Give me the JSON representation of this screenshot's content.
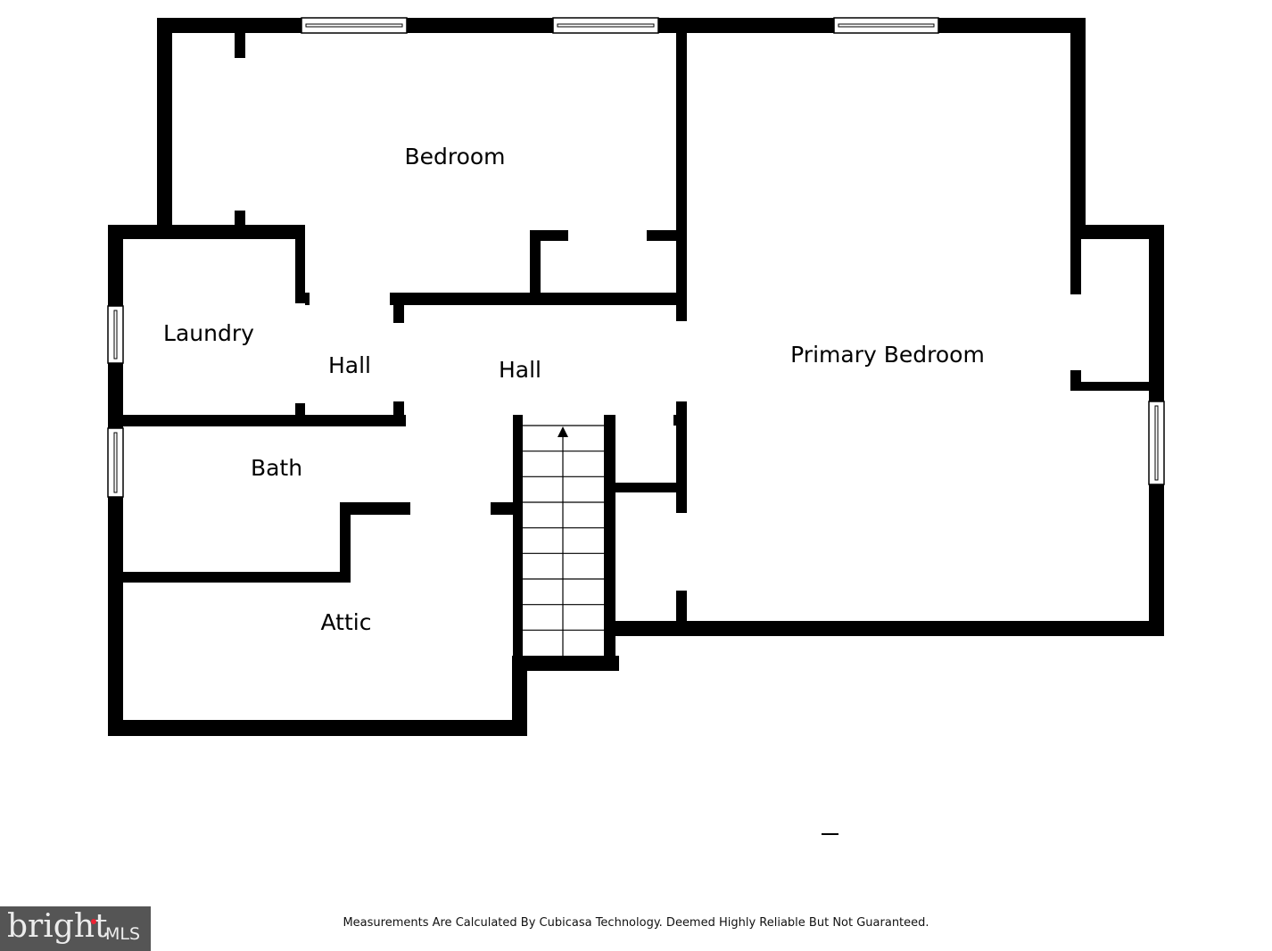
{
  "rooms": {
    "bedroom": "Bedroom",
    "primary_bedroom": "Primary Bedroom",
    "laundry": "Laundry",
    "hall_small": "Hall",
    "hall": "Hall",
    "bath": "Bath",
    "attic": "Attic"
  },
  "footer": "Measurements Are Calculated By Cubicasa Technology. Deemed Highly Reliable But Not Guaranteed.",
  "logo": {
    "brand": "bright",
    "suffix": "MLS"
  },
  "stairs": {
    "steps": 9,
    "direction": "up"
  }
}
